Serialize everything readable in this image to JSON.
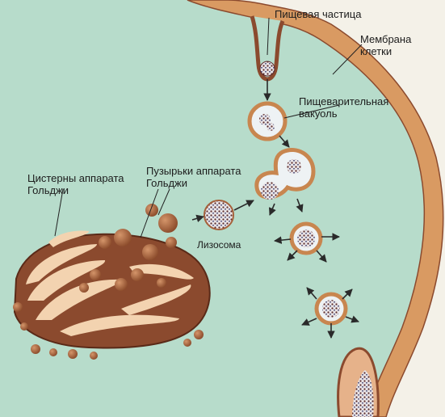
{
  "labels": {
    "food_particle": "Пищевая частица",
    "membrane": "Мембрана\nклетки",
    "digestive_vacuole": "Пищеварительная\nвакуоль",
    "golgi_vesicles": "Пузырьки аппарата\nГольджи",
    "golgi_cisternae": "Цистерны аппарата\nГольджи",
    "lysosome": "Лизосома"
  },
  "colors": {
    "cytoplasm": "#b7dccb",
    "cell_wall_band": "#d99a62",
    "outside": "#f4f1e8",
    "golgi_body": "#8b4a2e",
    "golgi_cisterna": "#f3d3b0",
    "vesicle": "#a5613b",
    "vacuole_fill": "#eef2f4",
    "arrow": "#2a2a2a"
  }
}
